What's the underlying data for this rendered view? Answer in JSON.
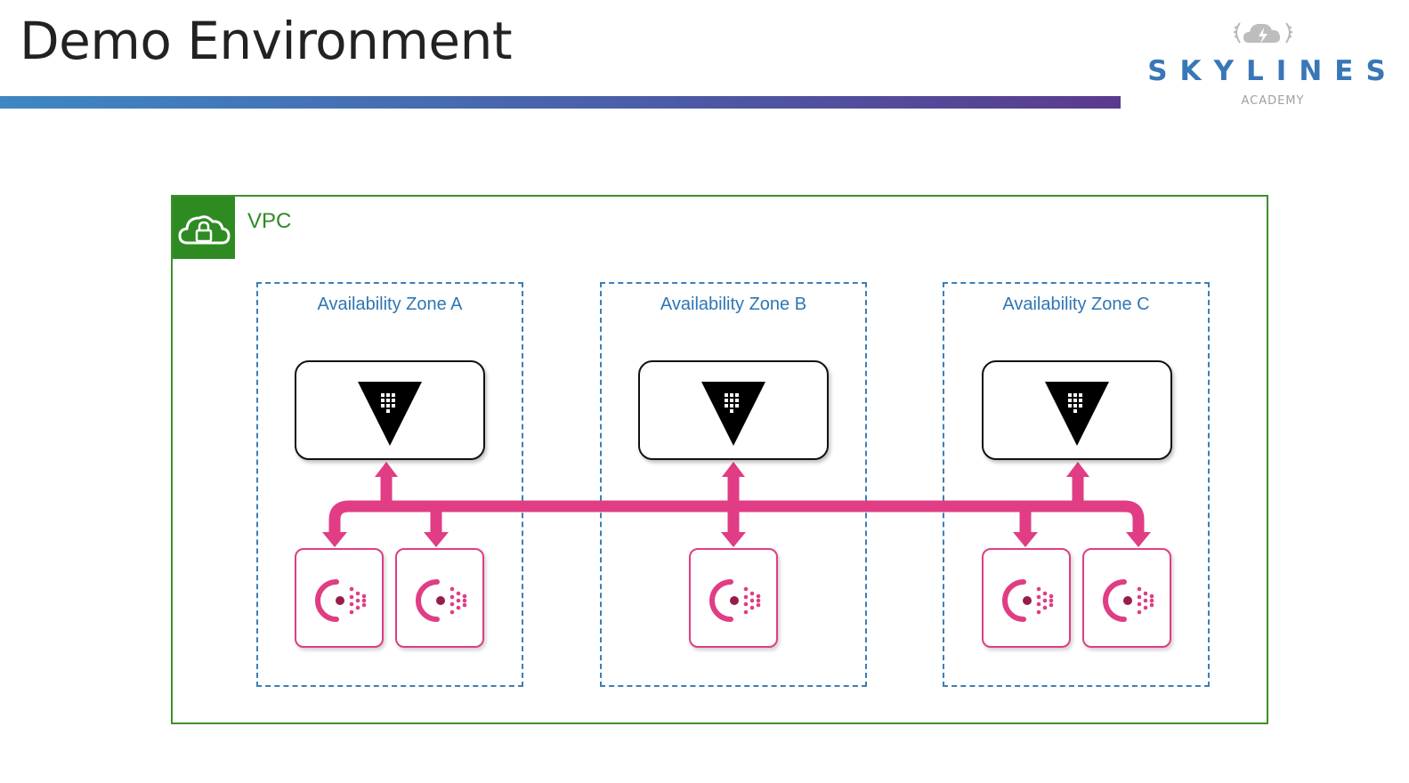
{
  "slide": {
    "title": "Demo Environment"
  },
  "logo": {
    "wordmark": "SKYLINES",
    "subtitle": "ACADEMY",
    "icon": "cloud-bolt-laurel-icon"
  },
  "diagram": {
    "vpc": {
      "label": "VPC",
      "icon": "cloud-lock-icon"
    },
    "zones": [
      {
        "label": "Availability Zone A",
        "vault_nodes": 1,
        "consul_nodes": 2
      },
      {
        "label": "Availability Zone B",
        "vault_nodes": 1,
        "consul_nodes": 1
      },
      {
        "label": "Availability Zone C",
        "vault_nodes": 1,
        "consul_nodes": 2
      }
    ],
    "node_icons": {
      "vault": "vault-triangle-icon",
      "consul": "consul-icon"
    }
  },
  "colors": {
    "title_bar_start": "#3e87c4",
    "title_bar_end": "#5b3a8e",
    "vpc_green": "#2e8b22",
    "zone_blue": "#3d7fb6",
    "connector_pink": "#e03d84",
    "logo_blue": "#3877b8"
  }
}
